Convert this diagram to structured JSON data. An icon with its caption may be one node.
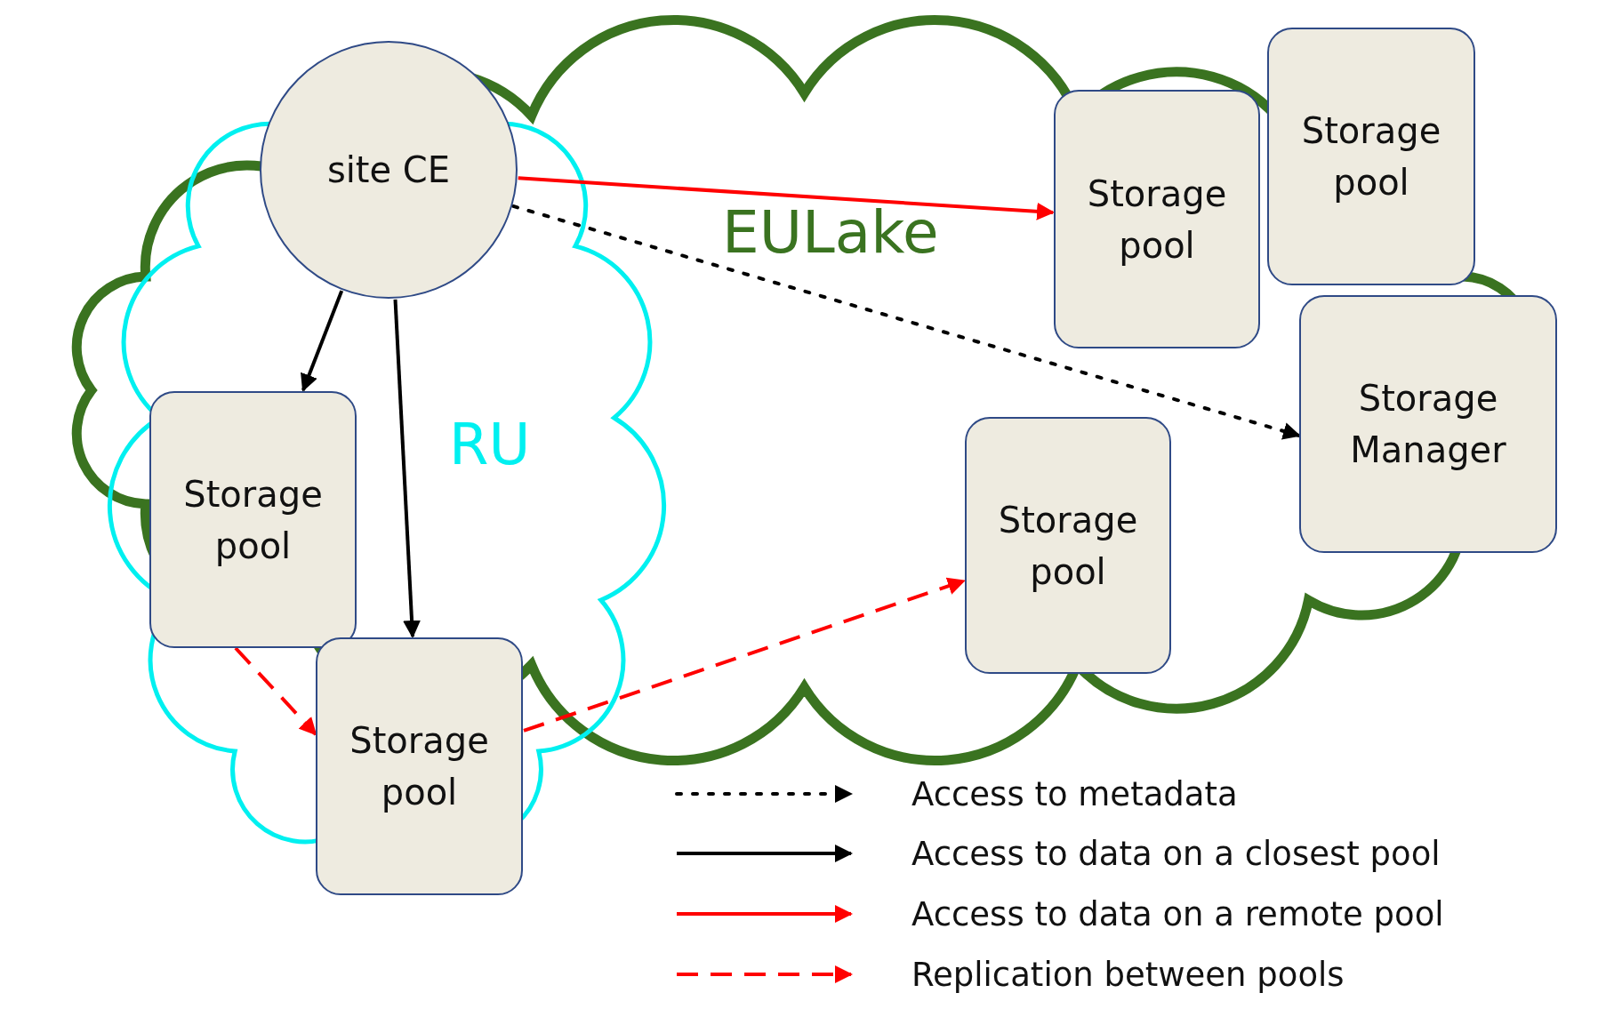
{
  "diagram": {
    "nodes": [
      {
        "text": [
          "site CE"
        ]
      },
      {
        "text": [
          "Storage pool"
        ]
      },
      {
        "text": [
          "Storage pool"
        ]
      },
      {
        "text": [
          "Storage Manager"
        ]
      },
      {
        "text": [
          "Storage pool"
        ]
      },
      {
        "text": [
          "Storage pool"
        ]
      },
      {
        "text": [
          "Storage pool"
        ]
      }
    ],
    "edges": [
      {
        "from": 0,
        "to": 1,
        "arrow": "to",
        "color": "#ff0000"
      },
      {
        "from": 0,
        "to": 3,
        "arrow": "to",
        "style": "dashed",
        "color": "#000000"
      },
      {
        "from": 0,
        "to": 4,
        "arrow": "to",
        "color": "#000000"
      },
      {
        "from": 0,
        "to": 6,
        "arrow": "to",
        "color": "#000000"
      },
      {
        "from": 4,
        "to": 6,
        "arrow": "to",
        "style": "dashed",
        "color": "#ff0000"
      },
      {
        "from": 6,
        "to": 5,
        "arrow": "to",
        "style": "dashed",
        "color": "#ff0000"
      }
    ],
    "labels": [
      "EULake",
      "RU"
    ],
    "legend": [
      {
        "text": "Access to metadata"
      },
      {
        "text": "Access to data on a closest pool"
      },
      {
        "text": "Access to data on a remote pool"
      },
      {
        "text": "Replication between pools"
      }
    ]
  }
}
